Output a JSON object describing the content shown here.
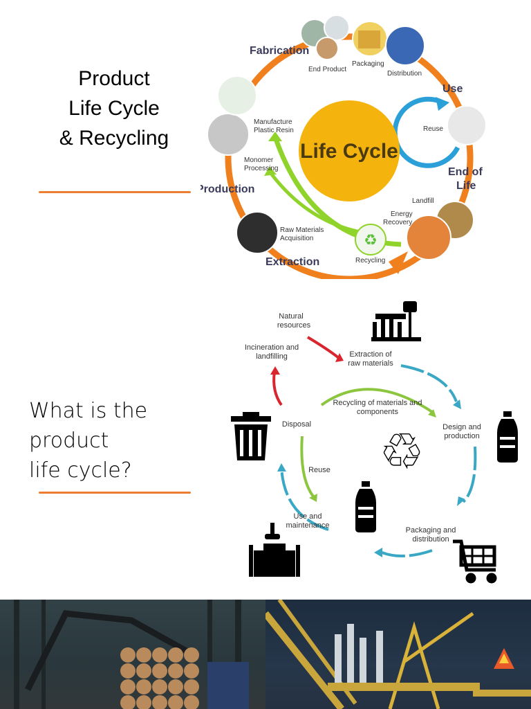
{
  "section1": {
    "title": "Product\nLife Cycle\n& Recycling",
    "diagram": {
      "center": "Life Cycle",
      "stages": {
        "fabrication": "Fabrication",
        "use": "Use",
        "end_of_life_1": "End of",
        "end_of_life_2": "Life",
        "extraction": "Extraction",
        "production": "Production"
      },
      "items": {
        "end_product": "End Product",
        "packaging": "Packaging",
        "distribution": "Distribution",
        "reuse": "Reuse",
        "landfill": "Landfill",
        "energy_recovery_1": "Energy",
        "energy_recovery_2": "Recovery",
        "recycling": "Recycling",
        "raw_materials_1": "Raw Materials",
        "raw_materials_2": "Acquisition",
        "monomer_1": "Monomer",
        "monomer_2": "Processing",
        "manufacture_1": "Manufacture",
        "manufacture_2": "Plastic Resin"
      }
    }
  },
  "section2": {
    "title": "What is the\nproduct\nlife cycle?",
    "diagram": {
      "natural_resources_1": "Natural",
      "natural_resources_2": "resources",
      "extraction_1": "Extraction of",
      "extraction_2": "raw materials",
      "design_1": "Design and",
      "design_2": "production",
      "packaging_1": "Packaging and",
      "packaging_2": "distribution",
      "use_1": "Use and",
      "use_2": "maintenance",
      "disposal": "Disposal",
      "incineration_1": "Incineration and",
      "incineration_2": "landfilling",
      "recycling_1": "Recycling of materials and",
      "recycling_2": "components",
      "reuse": "Reuse"
    }
  },
  "colors": {
    "accent_underline": "#ed7d31",
    "cycle_orange": "#f07f1e",
    "cycle_green": "#8fd32b",
    "cycle_blue": "#2a9fd8",
    "center_yellow": "#f5b30e",
    "lc_red": "#d9262e",
    "lc_teal": "#3aa7c4",
    "lc_green": "#8cc63f"
  },
  "icons": [
    "oil-pump-icon",
    "water-bottle-icon",
    "shopping-cart-icon",
    "trash-can-icon",
    "recycle-icon",
    "cleaning-cart-icon"
  ]
}
